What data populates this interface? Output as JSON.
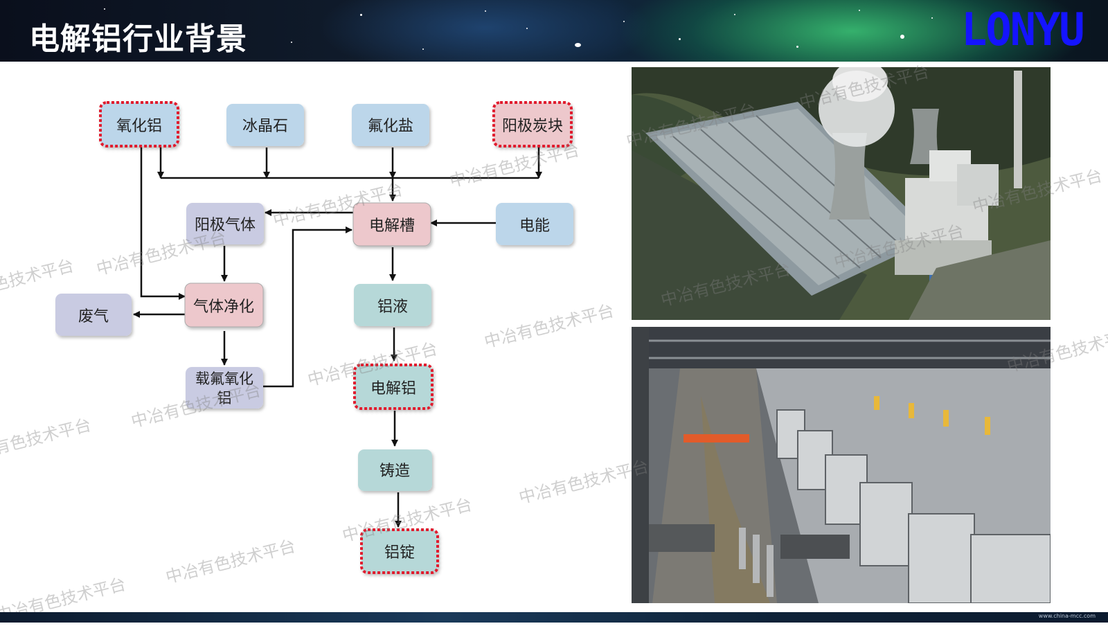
{
  "header": {
    "title": "电解铝行业背景",
    "logo": "LONYU"
  },
  "diagram": {
    "nodes": {
      "alumina": "氧化铝",
      "cryolite": "冰晶石",
      "fluoride": "氟化盐",
      "anode_carbon": "阳极炭块",
      "anode_gas": "阳极气体",
      "cell": "电解槽",
      "electricity": "电能",
      "gas_purify": "气体净化",
      "waste_gas": "废气",
      "loaded_alumina_1": "载氟氧化",
      "loaded_alumina_2": "铝",
      "liquid_al": "铝液",
      "electrolytic_al": "电解铝",
      "casting": "铸造",
      "ingot": "铝锭"
    },
    "colors": {
      "blue_node": "#bcd6ea",
      "lavender_node": "#c9cbe2",
      "pink_node": "#edc8cc",
      "teal_node": "#b6d8d8",
      "dashed_border": "#e01b2e"
    }
  },
  "watermark": {
    "text": "中冶有色技术平台"
  },
  "footer": {
    "text": "www.china-mcc.com"
  },
  "photos": {
    "top": "aluminum-smelter-aerial-photo",
    "bottom": "electrolysis-potline-interior-photo"
  }
}
